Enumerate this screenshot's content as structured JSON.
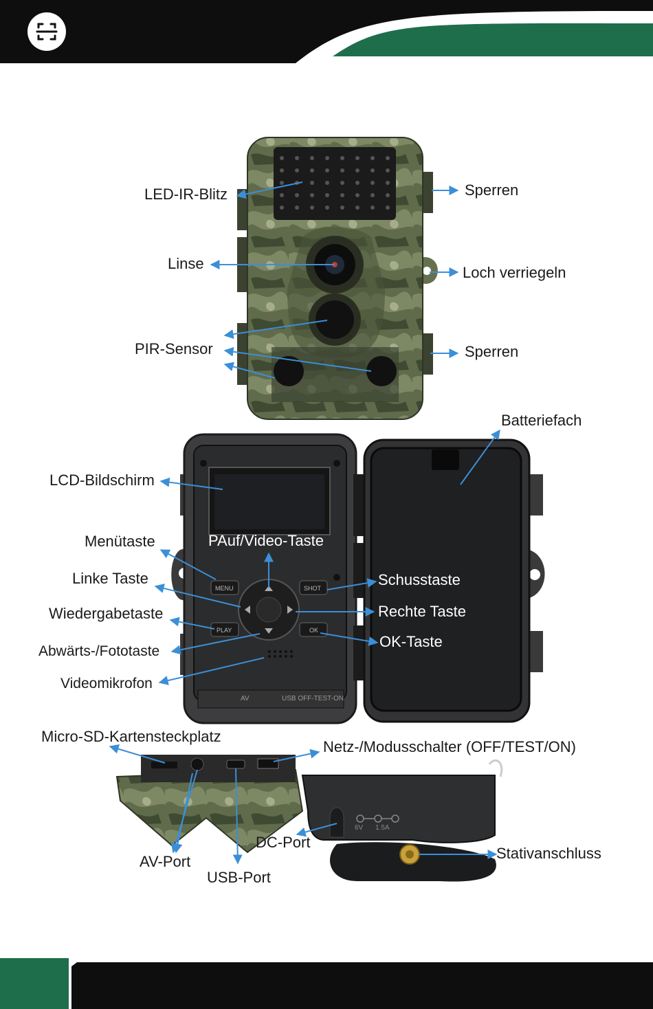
{
  "header": {
    "icon": "scan-icon",
    "colors": {
      "bar": "#0e0e0e",
      "accent": "#1f6e4b"
    }
  },
  "front_view": {
    "ir_led": "LED-IR-Blitz",
    "lens": "Linse",
    "pir": "PIR-Sensor",
    "lock_top": "Sperren",
    "lock_hole": "Loch verriegeln",
    "lock_bottom": "Sperren"
  },
  "open_view": {
    "battery": "Batteriefach",
    "lcd": "LCD-Bildschirm",
    "menu_key": "Menütaste",
    "up_video_key": "PAuf/Video-Taste",
    "left_key": "Linke Taste",
    "shot_key": "Schusstaste",
    "right_key": "Rechte Taste",
    "play_key": "Wiedergabetaste",
    "ok_key": "OK-Taste",
    "down_photo_key": "Abwärts-/Fototaste",
    "mic": "Videomikrofon",
    "btn_menu": "MENU",
    "btn_shot": "SHOT",
    "btn_play": "PLAY",
    "btn_ok": "OK",
    "panel_av": "AV",
    "panel_usb": "USB OFF-TEST-ON"
  },
  "bottom_view": {
    "sd_slot": "Micro-SD-Kartensteckplatz",
    "power_switch": "Netz-/Modusschalter (OFF/TEST/ON)",
    "dc_port": "DC-Port",
    "av_port": "AV-Port",
    "usb_port": "USB-Port",
    "tripod": "Stativanschluss",
    "dc_voltage": "6V",
    "dc_current": "1.5A"
  },
  "footer": {
    "colors": {
      "bar": "#0e0e0e",
      "accent": "#1f6e4b"
    }
  }
}
